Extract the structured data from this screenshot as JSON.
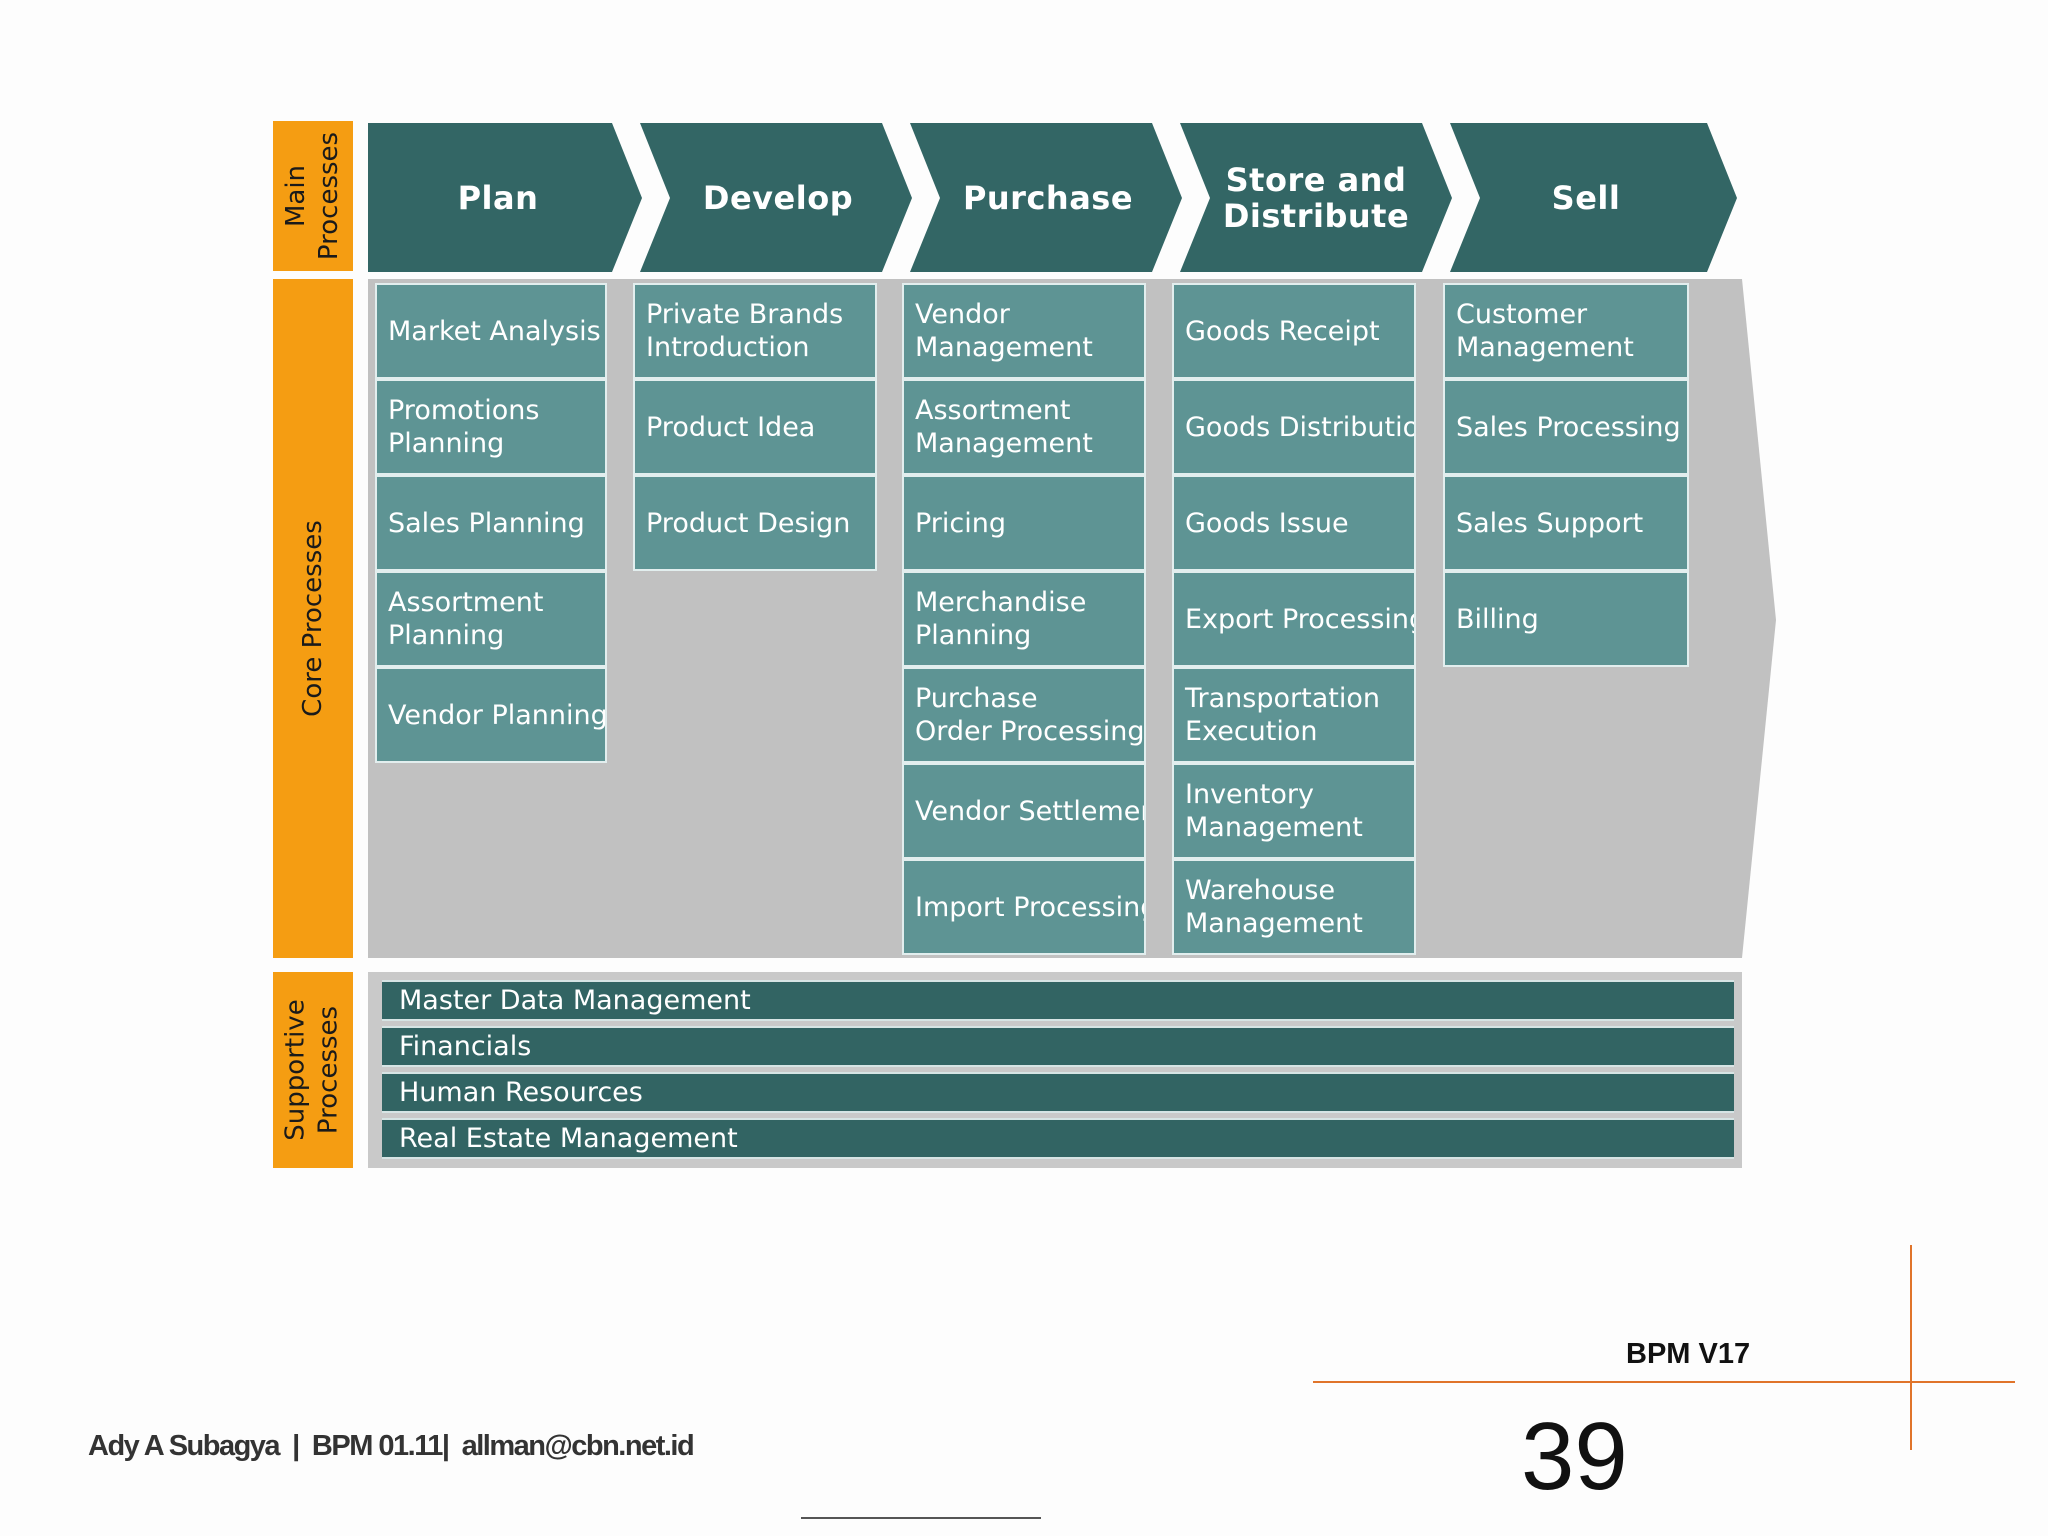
{
  "labels": {
    "main": "Main\nProcesses",
    "core": "Core Processes",
    "supportive": "Supportive\nProcesses"
  },
  "main_processes": [
    "Plan",
    "Develop",
    "Purchase",
    "Store and\nDistribute",
    "Sell"
  ],
  "core_columns": [
    [
      "Market Analysis",
      "Promotions\nPlanning",
      "Sales Planning",
      "Assortment\nPlanning",
      "Vendor Planning"
    ],
    [
      "Private Brands\nIntroduction",
      "Product Idea",
      "Product Design"
    ],
    [
      "Vendor\nManagement",
      "Assortment\nManagement",
      "Pricing",
      "Merchandise\nPlanning",
      "Purchase\nOrder Processing",
      "Vendor Settlement",
      "Import Processing"
    ],
    [
      "Goods Receipt",
      "Goods Distribution",
      "Goods Issue",
      "Export Processing",
      "Transportation\nExecution",
      "Inventory\nManagement",
      "Warehouse\nManagement"
    ],
    [
      "Customer\nManagement",
      "Sales Processing",
      "Sales Support",
      "Billing"
    ]
  ],
  "supportive_processes": [
    "Master Data Management",
    "Financials",
    "Human Resources",
    "Real Estate Management"
  ],
  "footer": {
    "author_line": "Ady A Subagya  |  BPM 01.11|  allman@cbn.net.id",
    "version": "BPM V17",
    "page_number": "39"
  },
  "colors": {
    "orange": "#f59d12",
    "chevron": "#336665",
    "box": "#5e9494",
    "bar": "#326463",
    "core_bg": "#c1c1c1",
    "accent_line": "#e0742a"
  }
}
